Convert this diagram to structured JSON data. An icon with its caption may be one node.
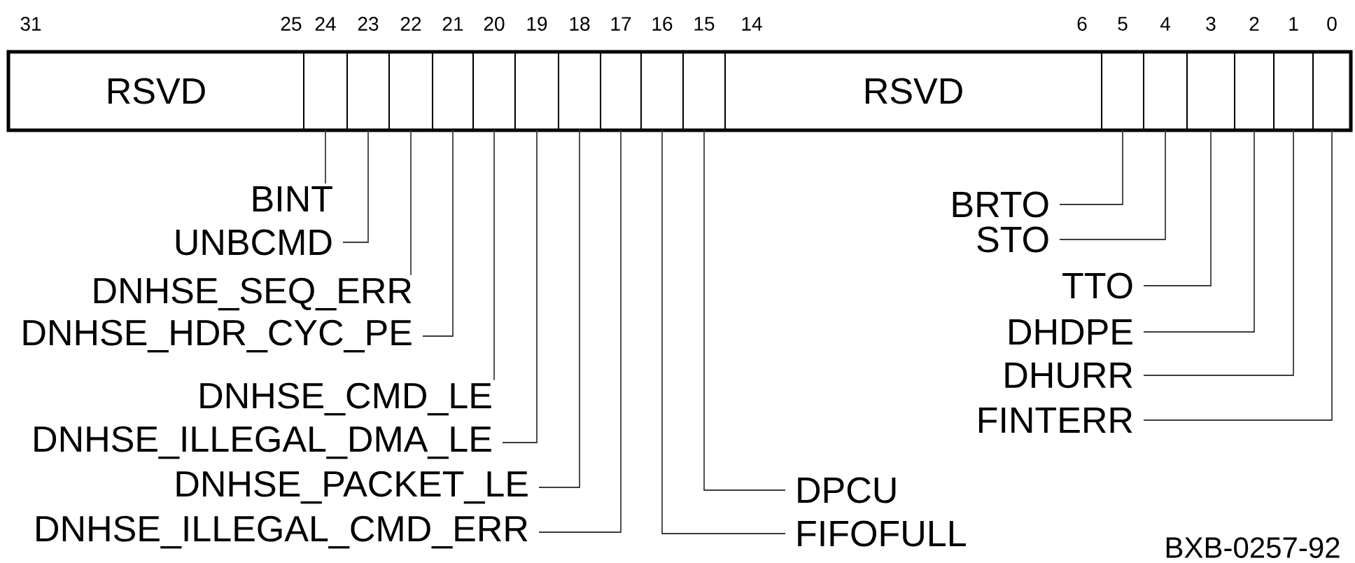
{
  "diagram": {
    "nodes": [
      {
        "text": [],
        "shape": "box"
      },
      {
        "text": [
          "RSVD"
        ],
        "in": 0,
        "beside": [
          "31",
          "25"
        ]
      },
      {
        "text": [],
        "shape": "box",
        "in": 0,
        "beside": [
          "24"
        ]
      },
      {
        "text": [],
        "shape": "box",
        "in": 0,
        "beside": [
          "23"
        ]
      },
      {
        "text": [],
        "shape": "box",
        "in": 0,
        "beside": [
          "22"
        ]
      },
      {
        "text": [],
        "shape": "box",
        "in": 0,
        "beside": [
          "21"
        ]
      },
      {
        "text": [],
        "shape": "box",
        "in": 0,
        "beside": [
          "20"
        ]
      },
      {
        "text": [],
        "shape": "box",
        "in": 0,
        "beside": [
          "19"
        ]
      },
      {
        "text": [],
        "shape": "box",
        "in": 0,
        "beside": [
          "18"
        ]
      },
      {
        "text": [],
        "shape": "box",
        "in": 0,
        "beside": [
          "17"
        ]
      },
      {
        "text": [],
        "shape": "box",
        "in": 0,
        "beside": [
          "16"
        ]
      },
      {
        "text": [],
        "shape": "box",
        "in": 0,
        "beside": [
          "15"
        ]
      },
      {
        "text": [
          "RSVD"
        ],
        "in": 0,
        "beside": [
          "14",
          "6"
        ]
      },
      {
        "text": [],
        "shape": "box",
        "in": 0,
        "beside": [
          "5"
        ]
      },
      {
        "text": [],
        "shape": "box",
        "in": 0,
        "beside": [
          "4"
        ]
      },
      {
        "text": [],
        "shape": "box",
        "in": 0,
        "beside": [
          "3"
        ]
      },
      {
        "text": [],
        "shape": "box",
        "in": 0,
        "beside": [
          "2"
        ]
      },
      {
        "text": [],
        "shape": "box",
        "in": 0,
        "beside": [
          "1"
        ]
      },
      {
        "text": [],
        "shape": "box",
        "in": 0,
        "beside": [
          "0"
        ]
      },
      {
        "text": [
          "BINT"
        ]
      },
      {
        "text": [
          "UNBCMD"
        ]
      },
      {
        "text": [
          "DNHSE_SEQ_ERR"
        ]
      },
      {
        "text": [
          "DNHSE_HDR_CYC_PE"
        ]
      },
      {
        "text": [
          "DNHSE_CMD_LE"
        ]
      },
      {
        "text": [
          "DNHSE_ILLEGAL_DMA_LE"
        ]
      },
      {
        "text": [
          "DNHSE_PACKET_LE"
        ]
      },
      {
        "text": [
          "DNHSE_ILLEGAL_CMD_ERR"
        ]
      },
      {
        "text": [
          "DPCU"
        ]
      },
      {
        "text": [
          "FIFOFULL"
        ]
      },
      {
        "text": [
          "BRTO"
        ]
      },
      {
        "text": [
          "STO"
        ]
      },
      {
        "text": [
          "TTO"
        ]
      },
      {
        "text": [
          "DHDPE"
        ]
      },
      {
        "text": [
          "DHURR"
        ]
      },
      {
        "text": [
          "FINTERR"
        ]
      }
    ],
    "edges": [
      {
        "from": 2,
        "to": 19,
        "arrow": "none"
      },
      {
        "from": 3,
        "to": 20,
        "arrow": "none"
      },
      {
        "from": 4,
        "to": 21,
        "arrow": "none"
      },
      {
        "from": 5,
        "to": 22,
        "arrow": "none"
      },
      {
        "from": 6,
        "to": 23,
        "arrow": "none"
      },
      {
        "from": 7,
        "to": 24,
        "arrow": "none"
      },
      {
        "from": 8,
        "to": 25,
        "arrow": "none"
      },
      {
        "from": 9,
        "to": 26,
        "arrow": "none"
      },
      {
        "from": 11,
        "to": 27,
        "arrow": "none"
      },
      {
        "from": 10,
        "to": 28,
        "arrow": "none"
      },
      {
        "from": 13,
        "to": 29,
        "arrow": "none"
      },
      {
        "from": 14,
        "to": 30,
        "arrow": "none"
      },
      {
        "from": 15,
        "to": 31,
        "arrow": "none"
      },
      {
        "from": 16,
        "to": 32,
        "arrow": "none"
      },
      {
        "from": 17,
        "to": 33,
        "arrow": "none"
      },
      {
        "from": 18,
        "to": 34,
        "arrow": "none"
      }
    ],
    "labels": [
      "BXB-0257-92"
    ]
  }
}
